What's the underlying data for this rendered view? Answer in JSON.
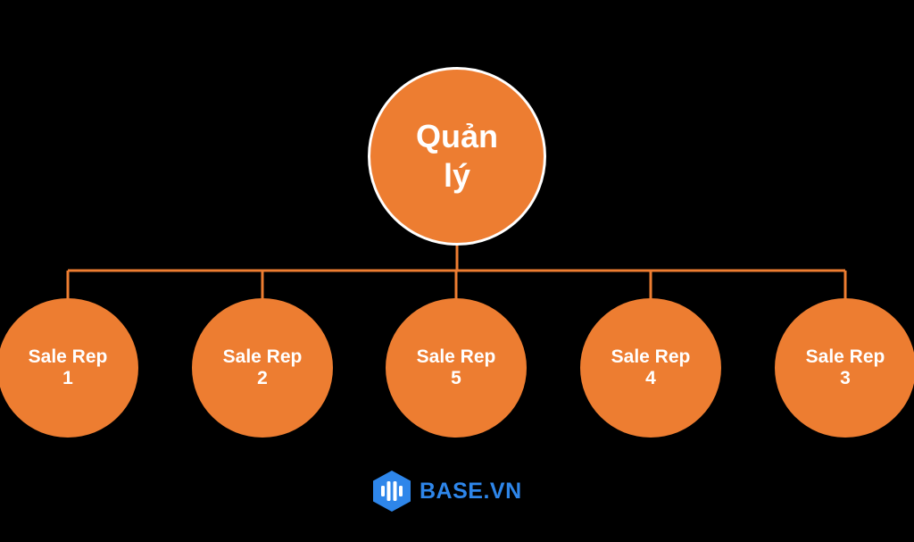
{
  "diagram": {
    "root": {
      "lines": [
        "Quản",
        "lý"
      ]
    },
    "children": [
      {
        "lines": [
          "Sale Rep",
          "1"
        ]
      },
      {
        "lines": [
          "Sale Rep",
          "2"
        ]
      },
      {
        "lines": [
          "Sale Rep",
          "5"
        ]
      },
      {
        "lines": [
          "Sale Rep",
          "4"
        ]
      },
      {
        "lines": [
          "Sale Rep",
          "3"
        ]
      }
    ]
  },
  "brand": {
    "name": "BASE.VN",
    "icon": "base-hexagon-logo"
  },
  "colors": {
    "background": "#000000",
    "node_fill": "#ED7D31",
    "connector": "#ED7D31",
    "root_border": "#FFFFFF",
    "node_text": "#FFFFFF",
    "brand_blue": "#2E86EA"
  }
}
